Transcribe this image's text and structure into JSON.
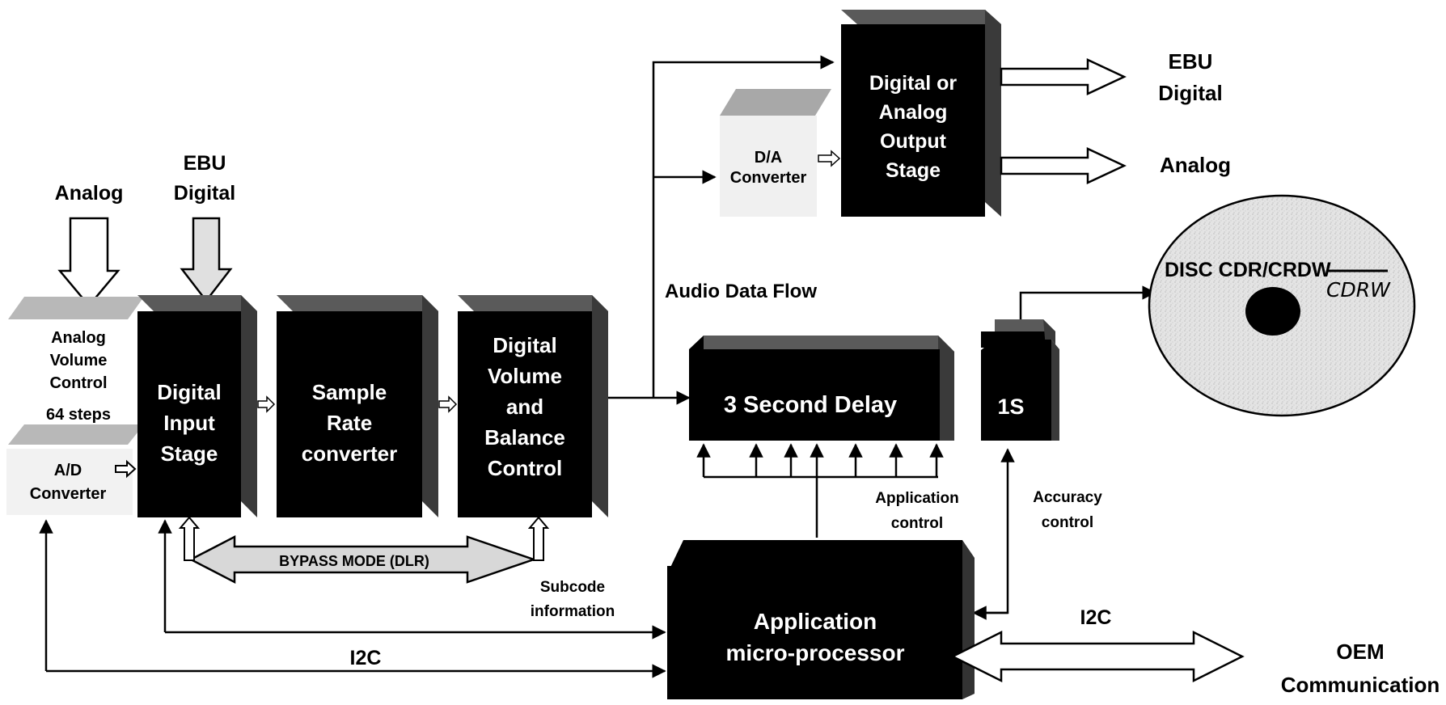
{
  "inputs": {
    "analog": "Analog",
    "ebu_line1": "EBU",
    "ebu_line2": "Digital"
  },
  "blocks": {
    "analog_volume": [
      "Analog",
      "Volume",
      "Control",
      "64 steps"
    ],
    "ad_converter": [
      "A/D",
      "Converter"
    ],
    "digital_input": [
      "Digital",
      "Input",
      "Stage"
    ],
    "sample_rate": [
      "Sample",
      "Rate",
      "converter"
    ],
    "digital_volume": [
      "Digital",
      "Volume",
      "and",
      "Balance",
      "Control"
    ],
    "da_converter": [
      "D/A",
      "Converter"
    ],
    "output_stage": [
      "Digital or",
      "Analog",
      "Output",
      "Stage"
    ],
    "delay": "3 Second Delay",
    "one_s": "1S",
    "micro": [
      "Application",
      "micro-processor"
    ],
    "disc_label": "DISC CDR/CRDW",
    "disc_handwritten": "CDRW"
  },
  "labels": {
    "audio_flow": "Audio Data Flow",
    "bypass": "BYPASS MODE (DLR)",
    "subcode": [
      "Subcode",
      "information"
    ],
    "i2c_left": "I2C",
    "i2c_right": "I2C",
    "app_control": [
      "Application",
      "control"
    ],
    "accuracy": [
      "Accuracy",
      "control"
    ]
  },
  "outputs": {
    "ebu_line1": "EBU",
    "ebu_line2": "Digital",
    "analog": "Analog",
    "oem_line1": "OEM",
    "oem_line2": "Communication"
  }
}
